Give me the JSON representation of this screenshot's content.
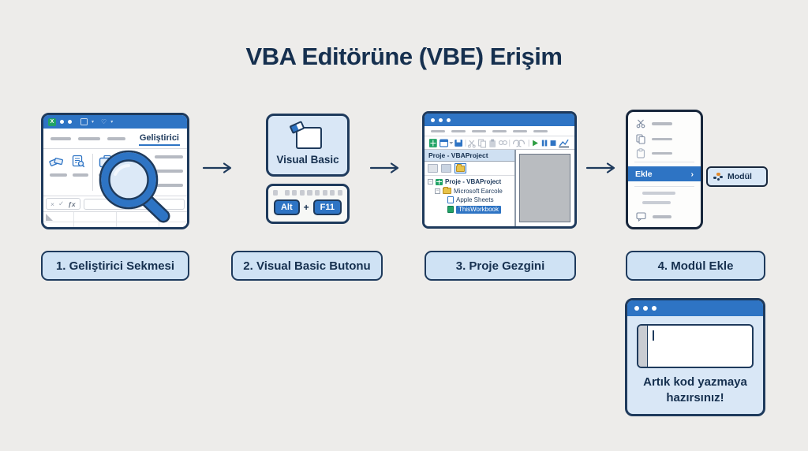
{
  "title": "VBA Editörüne (VBE) Erişim",
  "colors": {
    "accent_blue": "#2e74c4",
    "navy": "#1e3a5c",
    "light_blue": "#d9e7f6",
    "step_fill": "#cfe2f4",
    "background": "#edecea",
    "excel_green": "#21a366"
  },
  "excel_window": {
    "logo": "X",
    "tab_label": "Geliştirici",
    "formula_bar": {
      "cancel": "×",
      "accept": "✓",
      "fx": "ƒx"
    }
  },
  "visual_basic_button": {
    "label": "Visual Basic"
  },
  "shortcut": {
    "key_alt": "Alt",
    "plus": "+",
    "key_f11": "F11"
  },
  "vbe_window": {
    "explorer_title": "Proje - VBAProject",
    "tree": [
      {
        "label": "Proje - VBAProject"
      },
      {
        "label": "Microsoft Earcole"
      },
      {
        "label": "Apple Sheets"
      },
      {
        "label": "ThisWorkbook"
      }
    ],
    "expander_glyph": "−"
  },
  "context_menu": {
    "insert_label": "Ekle",
    "submenu_arrow": "›",
    "module_label": "Modül"
  },
  "steps": [
    {
      "label": "1. Geliştirici Sekmesi"
    },
    {
      "label": "2. Visual Basic Butonu"
    },
    {
      "label": "3. Proje Gezgini"
    },
    {
      "label": "4. Modül Ekle"
    }
  ],
  "ready_window": {
    "message": "Artık kod yazmaya hazırsınız!"
  },
  "title_bar_icons": {
    "heart": "♡",
    "caret": "▾"
  }
}
